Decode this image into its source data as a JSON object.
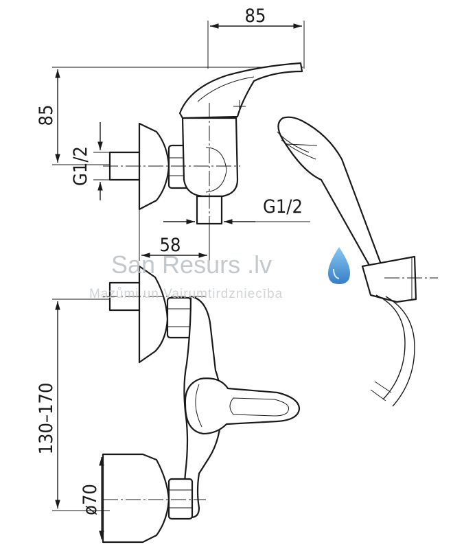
{
  "dimensions": {
    "top_width": "85",
    "left_height": "85",
    "inlet_thread_left": "G1/2",
    "outlet_thread": "G1/2",
    "offset": "58",
    "spacing": "130–170",
    "flange_diameter": "ø70"
  },
  "watermark": {
    "brand": "San Resurs .lv",
    "tagline": "Mazůmi un Vairumtirdzniecība",
    "icon": "water-drop-icon",
    "drop_color": "#3a8fd6"
  }
}
